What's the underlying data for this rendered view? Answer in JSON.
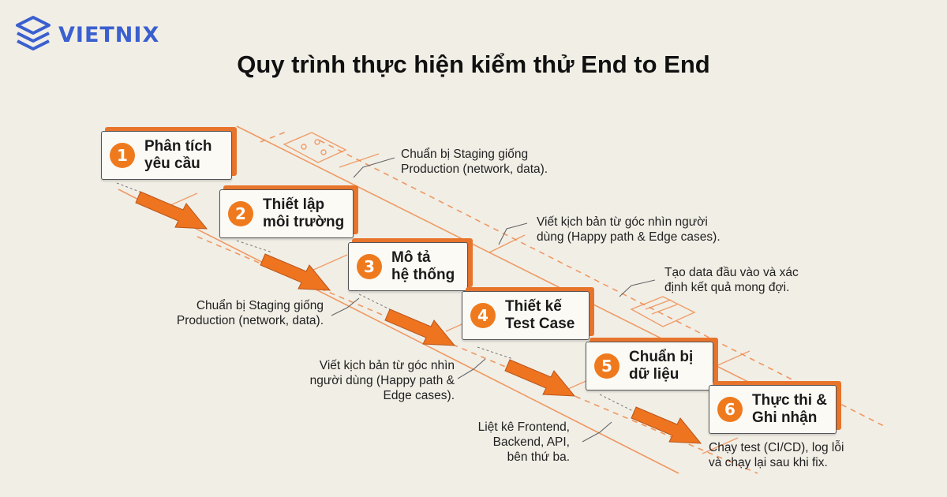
{
  "brand": {
    "name": "VIETNIX"
  },
  "title": "Quy trình thực hiện kiểm thử End to End",
  "steps": [
    {
      "num": "1",
      "label": "Phân tích\nyêu cầu"
    },
    {
      "num": "2",
      "label": "Thiết lập\nmôi trường"
    },
    {
      "num": "3",
      "label": "Mô tả\nhệ thống"
    },
    {
      "num": "4",
      "label": "Thiết kế\nTest Case"
    },
    {
      "num": "5",
      "label": "Chuẩn bị\ndữ liệu"
    },
    {
      "num": "6",
      "label": "Thực thi &\nGhi nhận"
    }
  ],
  "notes": {
    "top_staging": "Chuẩn bị Staging giống\nProduction (network, data).",
    "top_script": "Viết kịch bản từ góc nhìn người\ndùng (Happy path & Edge cases).",
    "top_data": "Tạo data đầu vào và xác\nđịnh kết quả mong đợi.",
    "bottom_staging": "Chuẩn bị Staging giống\nProduction (network, data).",
    "bottom_script": "Viết kịch bản từ góc nhìn\nngười dùng (Happy path &\nEdge cases).",
    "bottom_list": "Liệt kê Frontend,\nBackend, API,\nbên thứ ba.",
    "bottom_run": "Chạy test (CI/CD), log lỗi\nvà chạy lại sau khi fix."
  },
  "colors": {
    "accent": "#ef7a1e",
    "brand": "#3a5fcf",
    "background": "#f1eee6"
  }
}
